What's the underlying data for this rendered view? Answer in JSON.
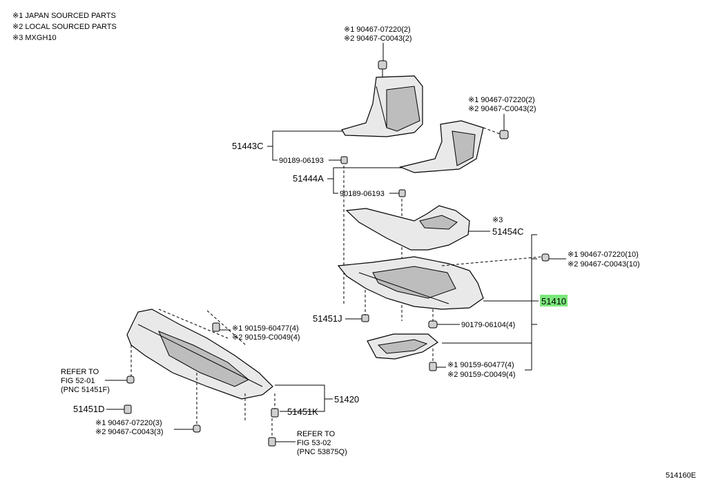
{
  "notes": [
    "※1 JAPAN SOURCED PARTS",
    "※2 LOCAL SOURCED PARTS",
    "※3 MXGH10"
  ],
  "labels": {
    "top_clip_1": "※1 90467-07220(2)",
    "top_clip_2": "※2 90467-C0043(2)",
    "right_clip_1": "※1 90467-07220(2)",
    "right_clip_2": "※2 90467-C0043(2)",
    "p51443c": "51443C",
    "b90189_a": "90189-06193",
    "p51444a": "51444A",
    "b90189_b": "90189-06193",
    "star3": "※3",
    "p51454c": "51454C",
    "clip10_1": "※1 90467-07220(10)",
    "clip10_2": "※2 90467-C0043(10)",
    "p51410": "51410",
    "p51451j": "51451J",
    "b90179": "90179-06104(4)",
    "s4_1": "※1 90159-60477(4)",
    "s4_2": "※2 90159-C0049(4)",
    "left_s4_1": "※1 90159-60477(4)",
    "left_s4_2": "※2 90159-C0049(4)",
    "refer1_a": "REFER TO",
    "refer1_b": "FIG 52-01",
    "refer1_c": "(PNC 51451F)",
    "p51420": "51420",
    "p51451d": "51451D",
    "p51451k": "51451K",
    "c3_1": "※1 90467-07220(3)",
    "c3_2": "※2 90467-C0043(3)",
    "refer2_a": "REFER TO",
    "refer2_b": "FIG 53-02",
    "refer2_c": "(PNC 53875Q)",
    "fig_code": "514160E"
  },
  "colors": {
    "highlight": "#7be87b"
  }
}
